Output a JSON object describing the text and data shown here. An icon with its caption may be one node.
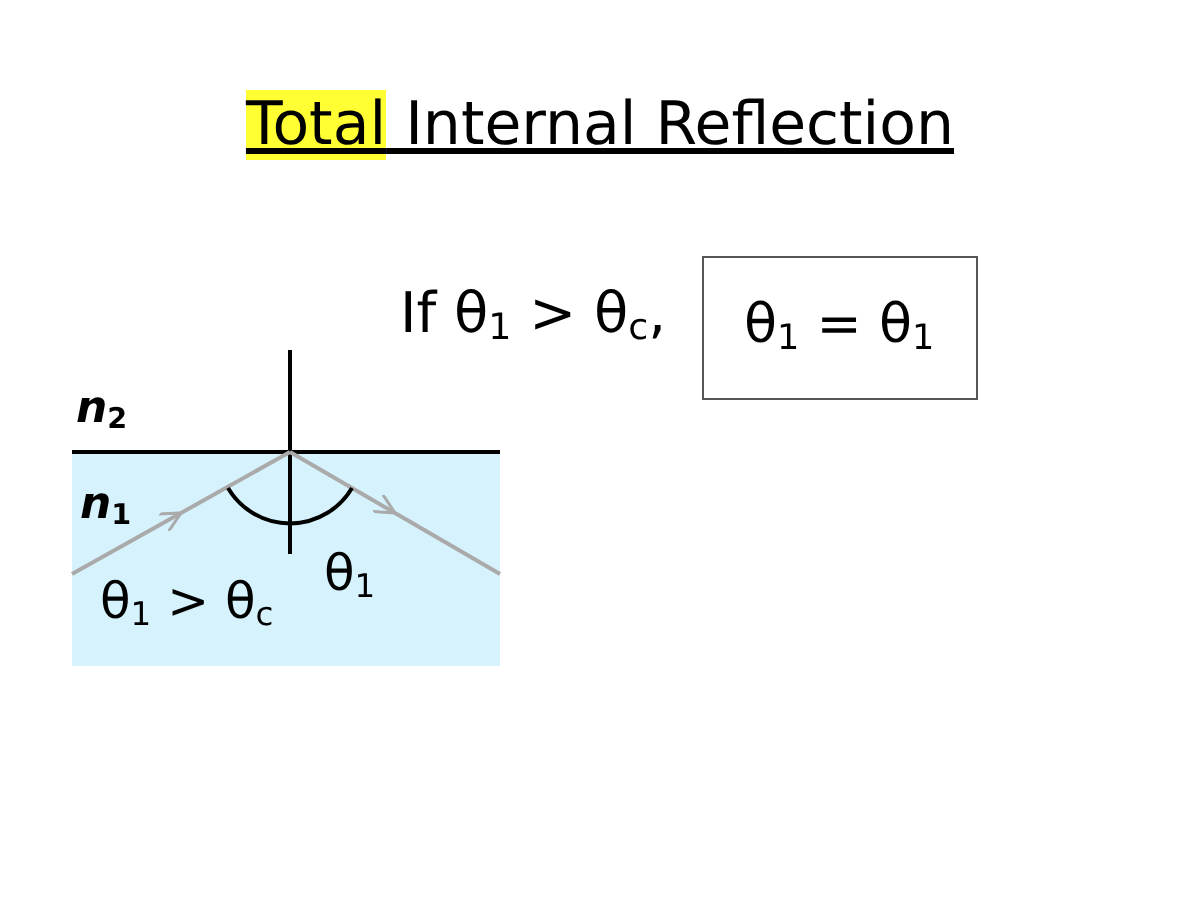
{
  "diagram": {
    "title": "Total Internal Reflection",
    "nodes": [
      {
        "text": [
          "*n*$_{1}$",
          "θ$_{1}$ > θ$_{c}$",
          "θ$_{1}$"
        ]
      },
      {
        "text": [
          "θ$_{1}$ = θ$_{1}$"
        ]
      }
    ],
    "labels": [
      "If θ$_{1}$ > θ$_{c}$,",
      "*n*$_{2}$"
    ]
  }
}
